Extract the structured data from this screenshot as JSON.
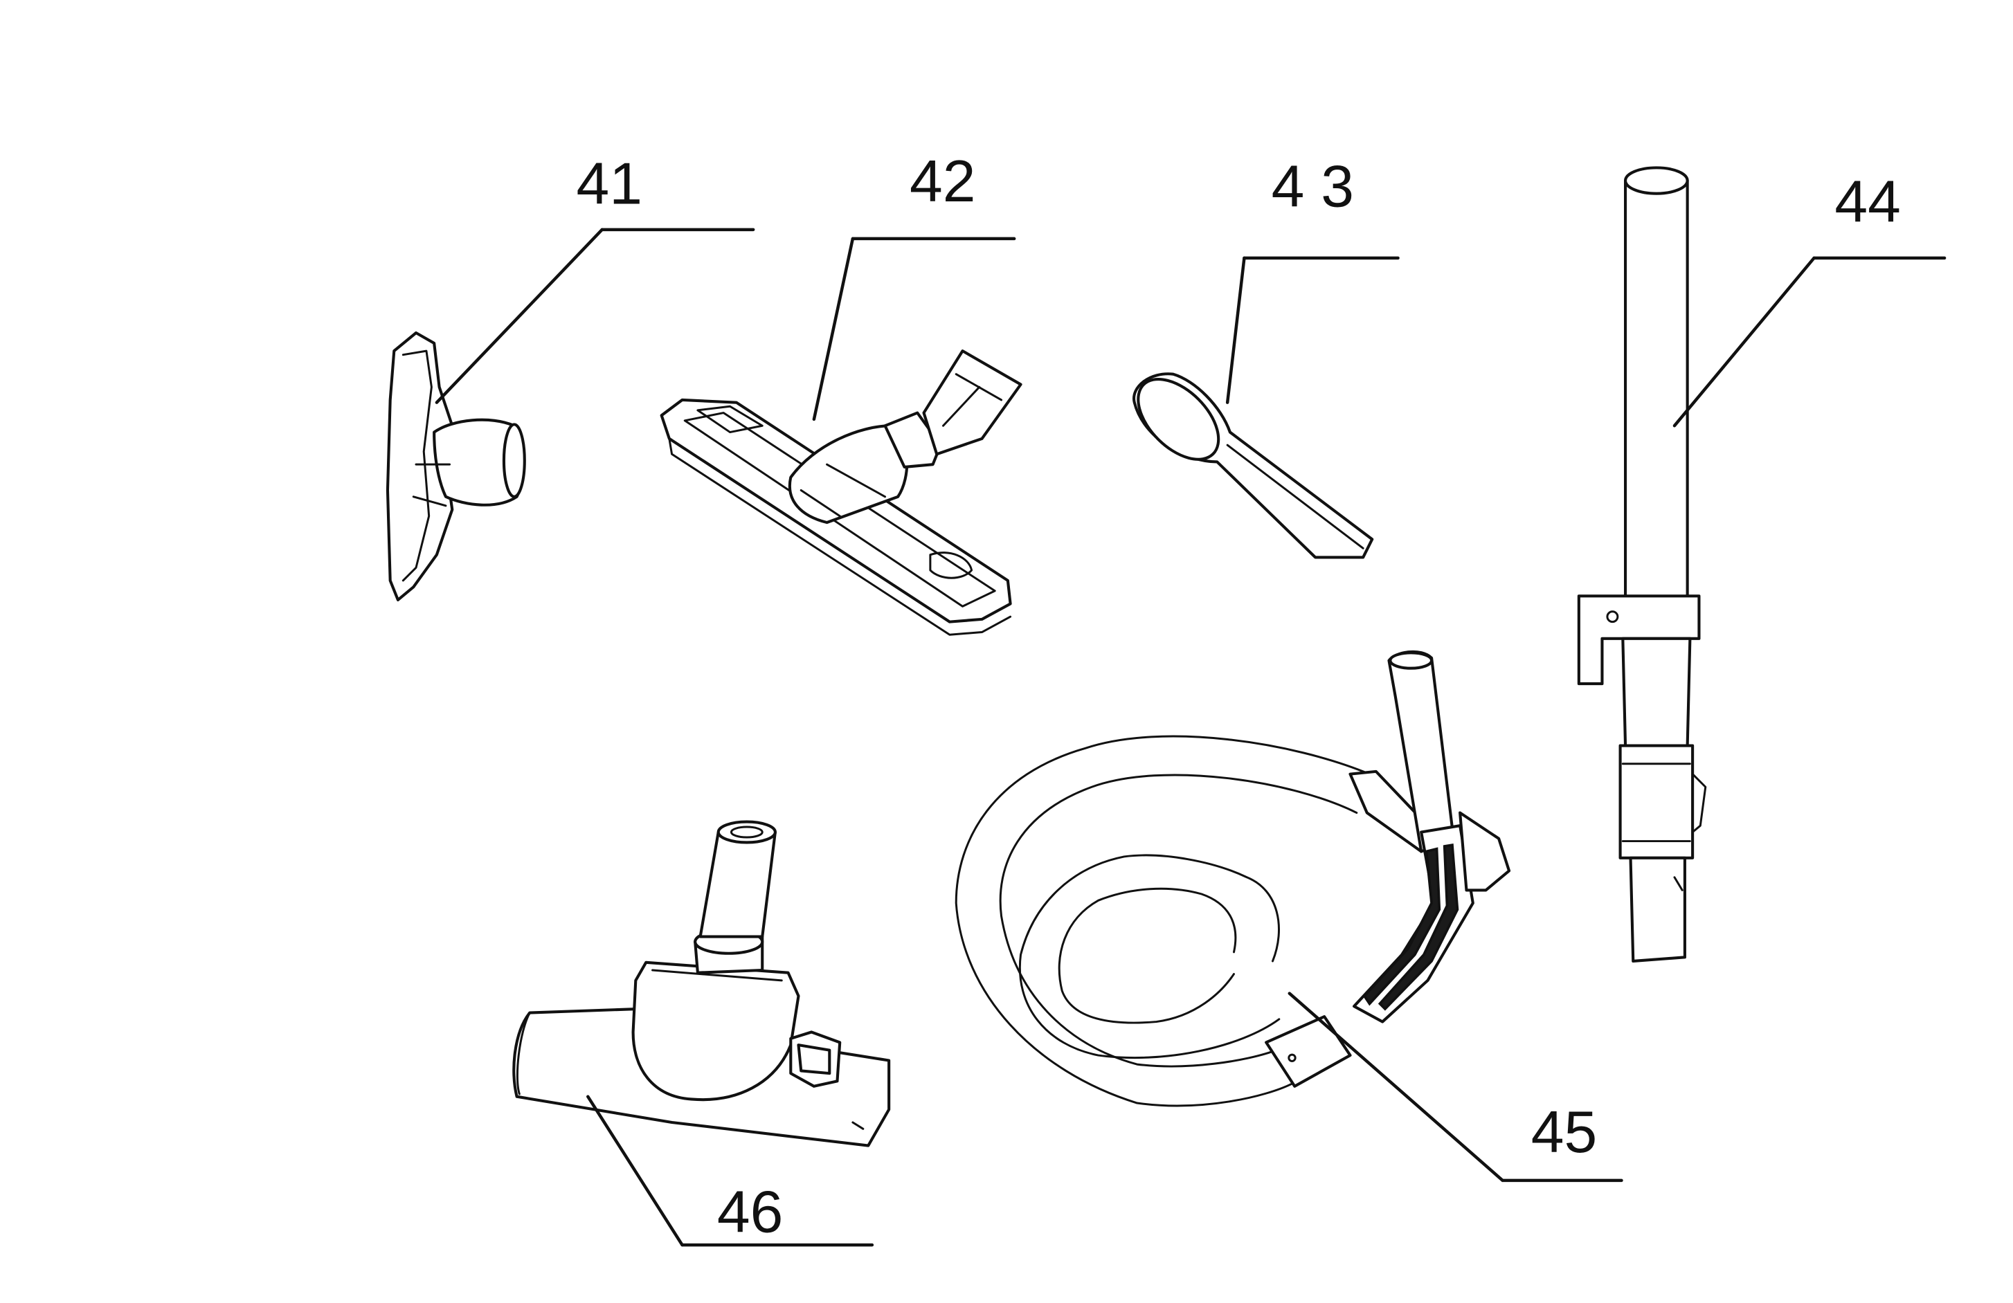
{
  "diagram": {
    "parts": [
      {
        "id": "41",
        "label": "41",
        "icon": "upholstery-nozzle"
      },
      {
        "id": "42",
        "label": "42",
        "icon": "floor-brush"
      },
      {
        "id": "43",
        "label": "4 3",
        "icon": "crevice-tool"
      },
      {
        "id": "44",
        "label": "44",
        "icon": "telescopic-tube"
      },
      {
        "id": "45",
        "label": "45",
        "icon": "suction-hose"
      },
      {
        "id": "46",
        "label": "46",
        "icon": "carpet-nozzle"
      }
    ]
  }
}
